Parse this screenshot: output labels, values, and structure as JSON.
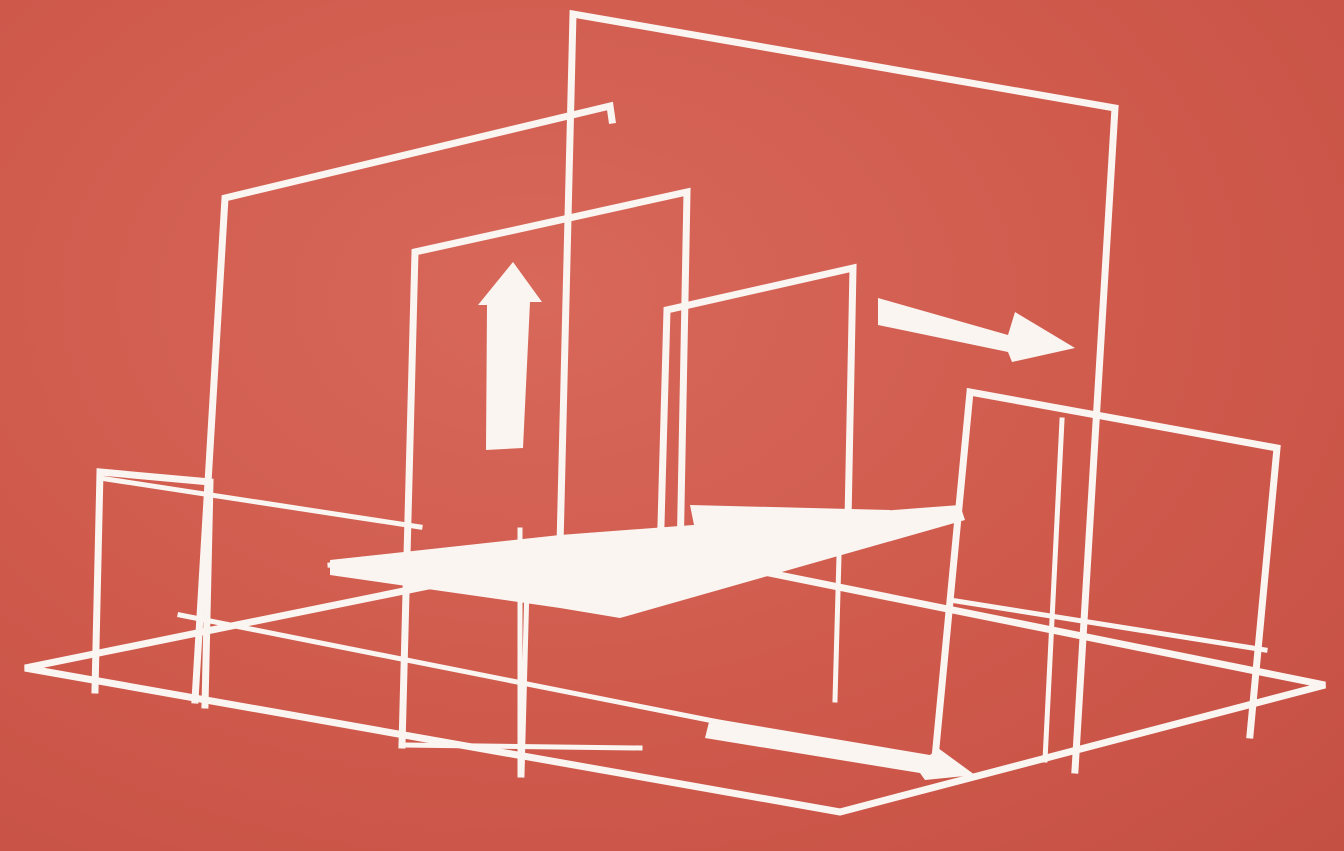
{
  "figure": {
    "background_color": "#cf5a4c",
    "line_color": "#fbf5f2",
    "arrows": [
      {
        "name": "up-arrow",
        "direction": "up"
      },
      {
        "name": "right-arrow",
        "direction": "right"
      },
      {
        "name": "floor-arrow",
        "direction": "right"
      }
    ]
  }
}
